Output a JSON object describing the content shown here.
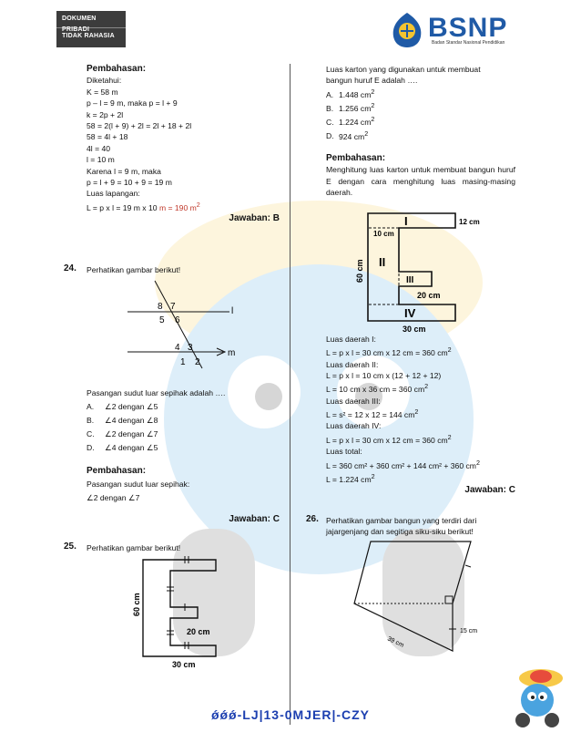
{
  "header": {
    "badge_line1": "DOKUMEN PRIBADI",
    "badge_line2": "TIDAK RAHASIA",
    "logo_text": "BSNP",
    "logo_sub": "Badan Standar Nasional Pendidikan"
  },
  "left": {
    "pembahasan_title": "Pembahasan:",
    "lines": [
      "Diketahui:",
      "K = 58 m",
      "p – l = 9 m, maka p = l + 9",
      "k = 2p + 2l",
      "58 = 2(l + 9) + 2l = 2l + 18 + 2l",
      "58 = 4l + 18",
      "4l = 40",
      "l = 10 m",
      "Karena l = 9 m, maka",
      "p = l + 9 = 10 + 9 = 19 m",
      "Luas lapangan:"
    ],
    "area_line_a": "L = p x l = 19 m x 10 ",
    "area_line_b": "m = 190 m",
    "area_sup": "2",
    "answer1": "Jawaban: B",
    "q24_num": "24.",
    "q24_text": "Perhatikan gambar berikut!",
    "fig24_labels": [
      "8",
      "7",
      "5",
      "6",
      "4",
      "3",
      "1",
      "2",
      "l",
      "m"
    ],
    "q24_prompt": "Pasangan sudut luar sepihak adalah ….",
    "q24_options": [
      {
        "letter": "A.",
        "text": "∠2 dengan ∠5"
      },
      {
        "letter": "B.",
        "text": "∠4 dengan ∠8"
      },
      {
        "letter": "C.",
        "text": "∠2 dengan ∠7"
      },
      {
        "letter": "D.",
        "text": "∠4 dengan ∠5"
      }
    ],
    "pembahasan2_title": "Pembahasan:",
    "pemb2_line1": "Pasangan sudut luar sepihak:",
    "pemb2_line2": "∠2 dengan ∠7",
    "answer2": "Jawaban: C",
    "q25_num": "25.",
    "q25_text": "Perhatikan gambar berikut!",
    "fig25_labels": [
      "60 cm",
      "20 cm",
      "30 cm"
    ]
  },
  "right": {
    "intro1": "Luas karton yang digunakan untuk membuat",
    "intro2": "bangun huruf E adalah ….",
    "options": [
      {
        "letter": "A.",
        "text": "1.448 cm",
        "sup": "2"
      },
      {
        "letter": "B.",
        "text": "1.256 cm",
        "sup": "2"
      },
      {
        "letter": "C.",
        "text": "1.224 cm",
        "sup": "2"
      },
      {
        "letter": "D.",
        "text": "924 cm",
        "sup": "2"
      }
    ],
    "pembahasan_title": "Pembahasan:",
    "pemb_text": "Menghitung luas karton untuk membuat bangun huruf E dengan cara menghitung luas masing-masing daerah.",
    "fig_labels": [
      "I",
      "II",
      "III",
      "IV",
      "10 cm",
      "12 cm",
      "60 cm",
      "20 cm",
      "30 cm"
    ],
    "calc": [
      {
        "t": "Luas daerah I:"
      },
      {
        "t": "L = p x l = 30 cm x 12 cm = 360 cm",
        "s": "2"
      },
      {
        "t": "Luas daerah II:"
      },
      {
        "t": "L = p x l = 10 cm x (12 + 12 + 12)"
      },
      {
        "t": "L = 10 cm x 36 cm = 360 cm",
        "s": "2"
      },
      {
        "t": "Luas daerah III:"
      },
      {
        "t": "L = s² = 12 x 12 = 144 cm",
        "s": "2"
      },
      {
        "t": "Luas daerah IV:"
      },
      {
        "t": "L = p x l = 30 cm x 12 cm = 360 cm",
        "s": "2"
      },
      {
        "t": "Luas total:"
      },
      {
        "t": "L = 360 cm² + 360 cm² + 144 cm² + 360 cm",
        "s": "2"
      },
      {
        "t": "L = 1.224 cm",
        "s": "2"
      }
    ],
    "answer": "Jawaban: C",
    "q26_num": "26.",
    "q26_text": "Perhatikan gambar bangun yang terdiri dari jajargenjang dan segitiga siku-siku berikut!",
    "fig26_labels": [
      "15 cm",
      "39 cm"
    ]
  },
  "footer": "ǿǿǿ-LJ|13-0MJER|-CZY"
}
